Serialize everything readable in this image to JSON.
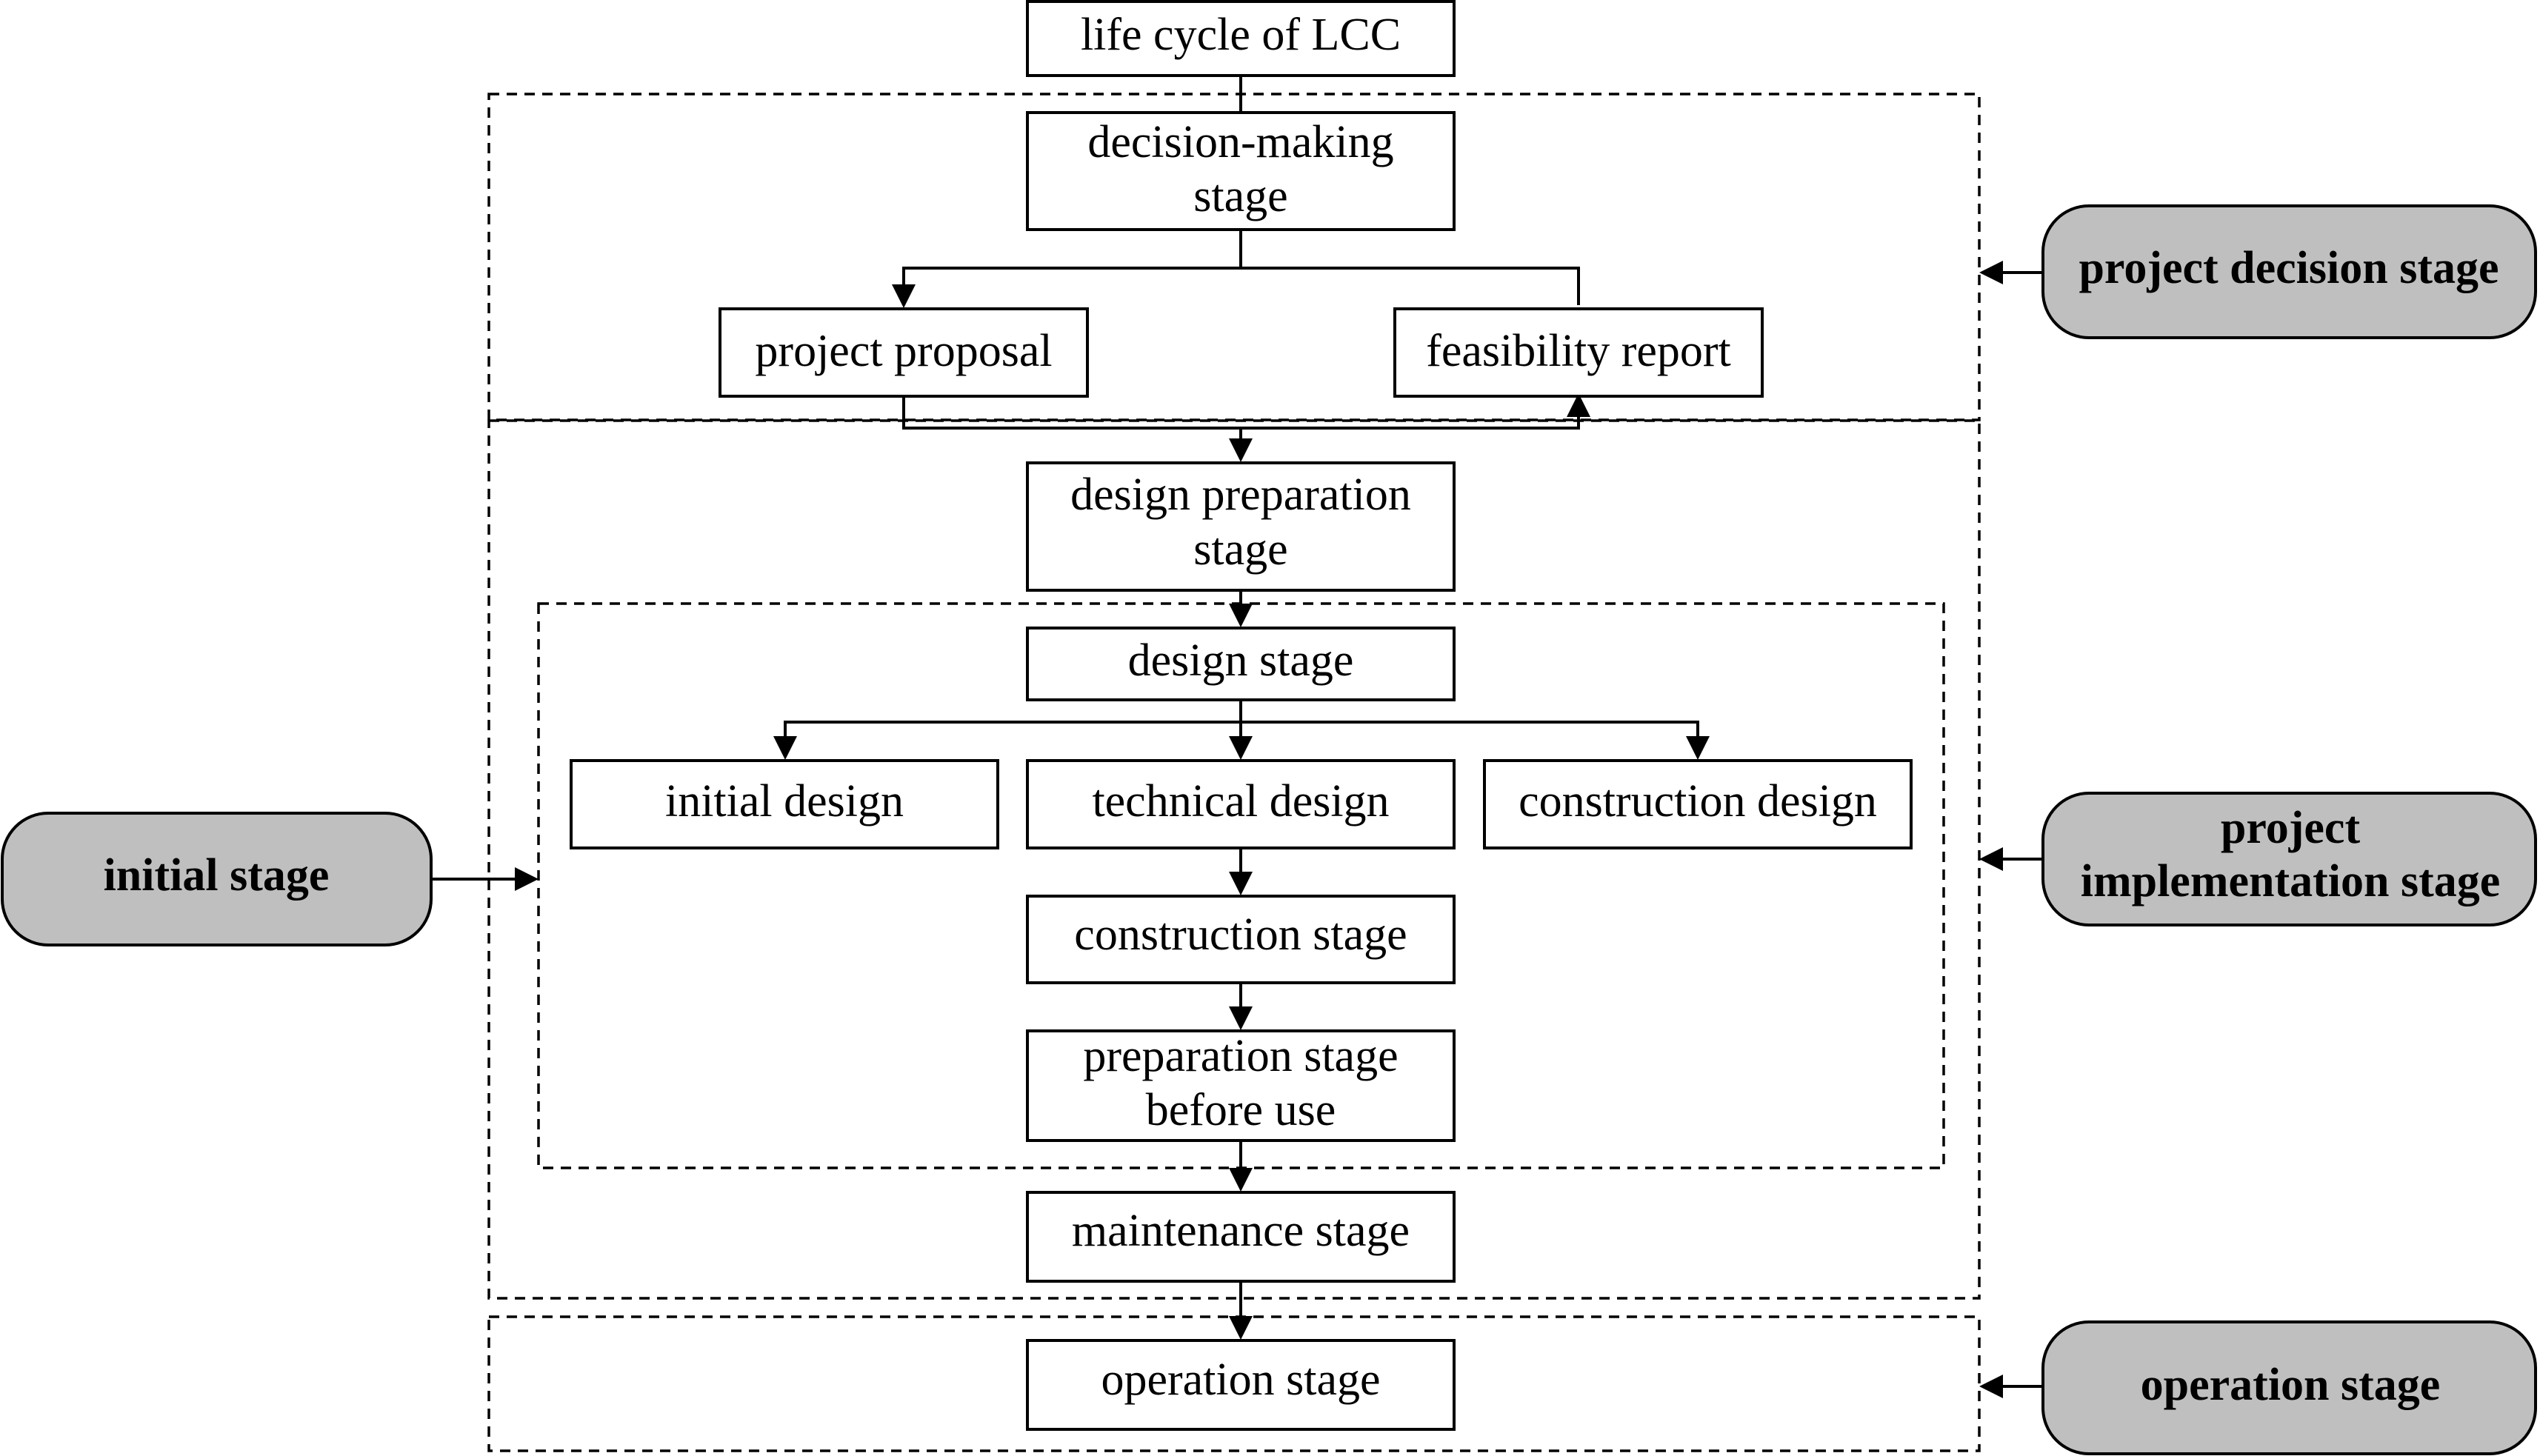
{
  "nodes": {
    "lcc": "life cycle of LCC",
    "decision_making_1": "decision-making",
    "decision_making_2": "stage",
    "project_proposal": "project proposal",
    "feasibility_report": "feasibility report",
    "design_preparation_1": "design preparation",
    "design_preparation_2": "stage",
    "design_stage": "design stage",
    "initial_design": "initial design",
    "technical_design": "technical design",
    "construction_design": "construction design",
    "construction_stage": "construction stage",
    "preparation_before_use_1": "preparation stage",
    "preparation_before_use_2": "before use",
    "maintenance_stage": "maintenance stage",
    "operation_stage": "operation stage"
  },
  "side_labels": {
    "project_decision": "project decision stage",
    "initial": "initial stage",
    "project_implementation_1": "project",
    "project_implementation_2": "implementation stage",
    "operation": "operation stage"
  },
  "colors": {
    "side_fill": "#bfbfbf",
    "box_fill": "#ffffff",
    "line": "#000000"
  }
}
